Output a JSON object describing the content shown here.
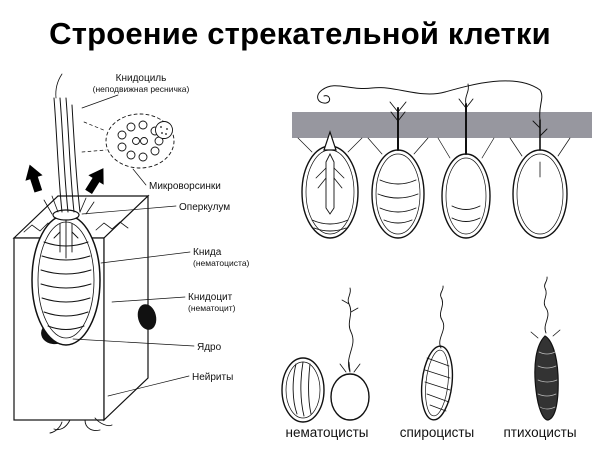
{
  "slide": {
    "title": "Строение стрекательной клетки",
    "background_color": "#ffffff",
    "ink_color": "#111111",
    "band_color": "#97979f"
  },
  "cnidocyte_diagram": {
    "labels": {
      "cnidocil": "Книдоциль",
      "cnidocil_sub": "(неподвижная ресничка)",
      "microvilli": "Микроворсинки",
      "operculum": "Оперкулум",
      "cnida": "Книда",
      "cnida_sub": "(нематоциста)",
      "cnidocyte": "Книдоцит",
      "cnidocyte_sub": "(нематоцит)",
      "nucleus": "Ядро",
      "neurites": "Нейриты"
    }
  },
  "cnidae_types": {
    "labels": [
      "нематоцисты",
      "спироцисты",
      "птихоцисты"
    ]
  }
}
